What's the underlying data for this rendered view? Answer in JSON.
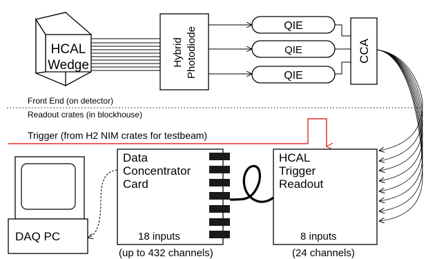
{
  "front_end": {
    "hcal_wedge": [
      "HCAL",
      "Wedge"
    ],
    "hybrid_photodiode": [
      "Hybrid",
      "Photodiode"
    ],
    "qie_labels": [
      "QIE",
      "QIE",
      "QIE"
    ],
    "cca": "CCA"
  },
  "divider": {
    "above": "Front End (on detector)",
    "below": "Readout crates (in blockhouse)"
  },
  "trigger": {
    "label": "Trigger (from H2 NIM crates for testbeam)",
    "color": "#e00000"
  },
  "dcc": {
    "title": [
      "Data",
      "Concentrator",
      "Card"
    ],
    "inputs": "18 inputs",
    "channels": "(up to 432 channels)"
  },
  "htr": {
    "title": [
      "HCAL",
      "Trigger",
      "Readout"
    ],
    "inputs": "8 inputs",
    "channels": "(24 channels)"
  },
  "daq": {
    "label": "DAQ PC"
  }
}
